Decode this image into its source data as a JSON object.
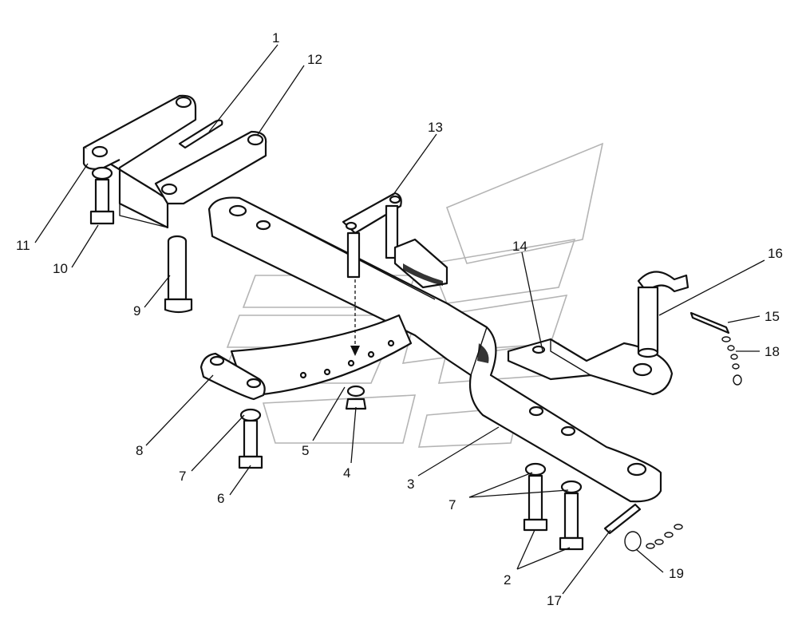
{
  "diagram": {
    "part_labels": {
      "p1": "1",
      "p2": "2",
      "p3": "3",
      "p4": "4",
      "p5": "5",
      "p6": "6",
      "p7a": "7",
      "p7b": "7",
      "p8": "8",
      "p9": "9",
      "p10": "10",
      "p11": "11",
      "p12": "12",
      "p13": "13",
      "p14": "14",
      "p15": "15",
      "p16": "16",
      "p17": "17",
      "p18": "18",
      "p19": "19"
    }
  }
}
